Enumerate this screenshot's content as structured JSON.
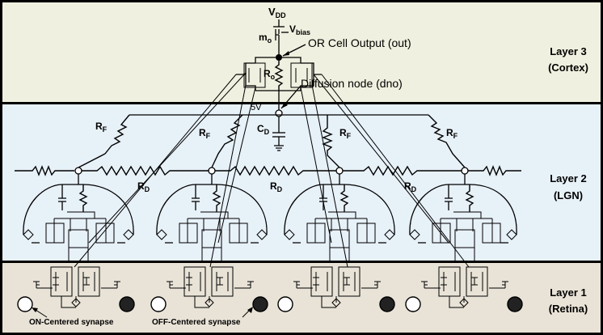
{
  "layers": [
    {
      "name": "Layer 3",
      "sub": "(Cortex)",
      "fill": "#f0f0e0"
    },
    {
      "name": "Layer 2",
      "sub": "(LGN)",
      "fill": "#e7f1f8"
    },
    {
      "name": "Layer 1",
      "sub": "(Retina)",
      "fill": "#e9e3d7"
    }
  ],
  "top_labels": {
    "vdd": "V",
    "vdd_sub": "DD",
    "mo": "m",
    "mo_sub": "o",
    "vbias": "V",
    "vbias_sub": "bias",
    "ro": "R",
    "ro_sub": "o",
    "five_v": "5V"
  },
  "annotations": {
    "or_output": "OR Cell Output (out)",
    "diffusion_node": "Diffusion node (dno)"
  },
  "lgn_labels": {
    "rf": "R",
    "rf_sub": "F",
    "rd": "R",
    "rd_sub": "D",
    "cd": "C",
    "cd_sub": "D"
  },
  "retina_labels": {
    "on_synapse": "ON-Centered synapse",
    "off_synapse": "OFF-Centered synapse"
  },
  "colors": {
    "border": "#000000",
    "line": "#000000"
  }
}
